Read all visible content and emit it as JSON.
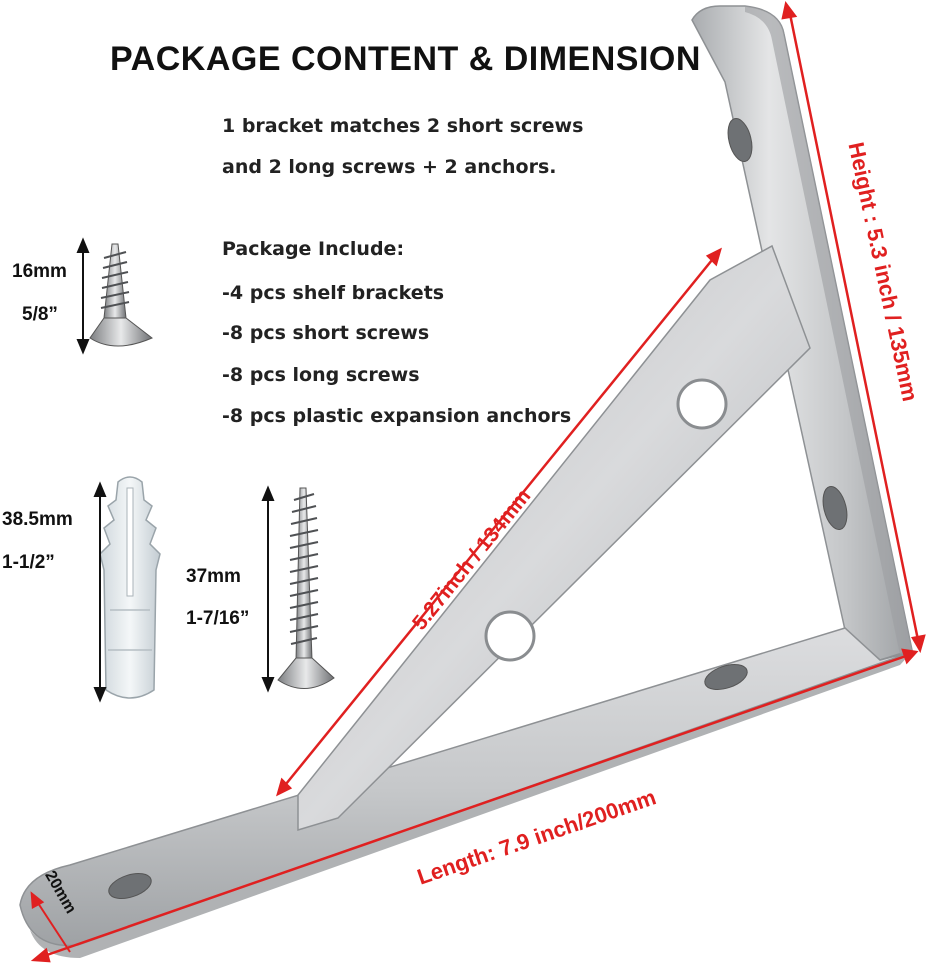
{
  "title": "PACKAGE CONTENT & DIMENSION",
  "match_line1": "1 bracket matches  2 short screws",
  "match_line2": "and 2 long screws + 2 anchors.",
  "package_heading": "Package Include:",
  "package_items": [
    "-4 pcs shelf brackets",
    "-8 pcs short screws",
    "-8 pcs long screws",
    "-8 pcs plastic expansion anchors"
  ],
  "short_screw": {
    "mm": "16mm",
    "inch": "5/8”"
  },
  "anchor": {
    "mm": "38.5mm",
    "inch": "1-1/2”"
  },
  "long_screw": {
    "mm": "37mm",
    "inch": "1-7/16”"
  },
  "height_label": "Height : 5.3 inch / 135mm",
  "diagonal_label": "5.27inch / 134mm",
  "length_label": "Length: 7.9 inch/200mm",
  "width_label": "20mm",
  "colors": {
    "dimension_red": "#e02020",
    "steel": "#c9cbcd"
  }
}
